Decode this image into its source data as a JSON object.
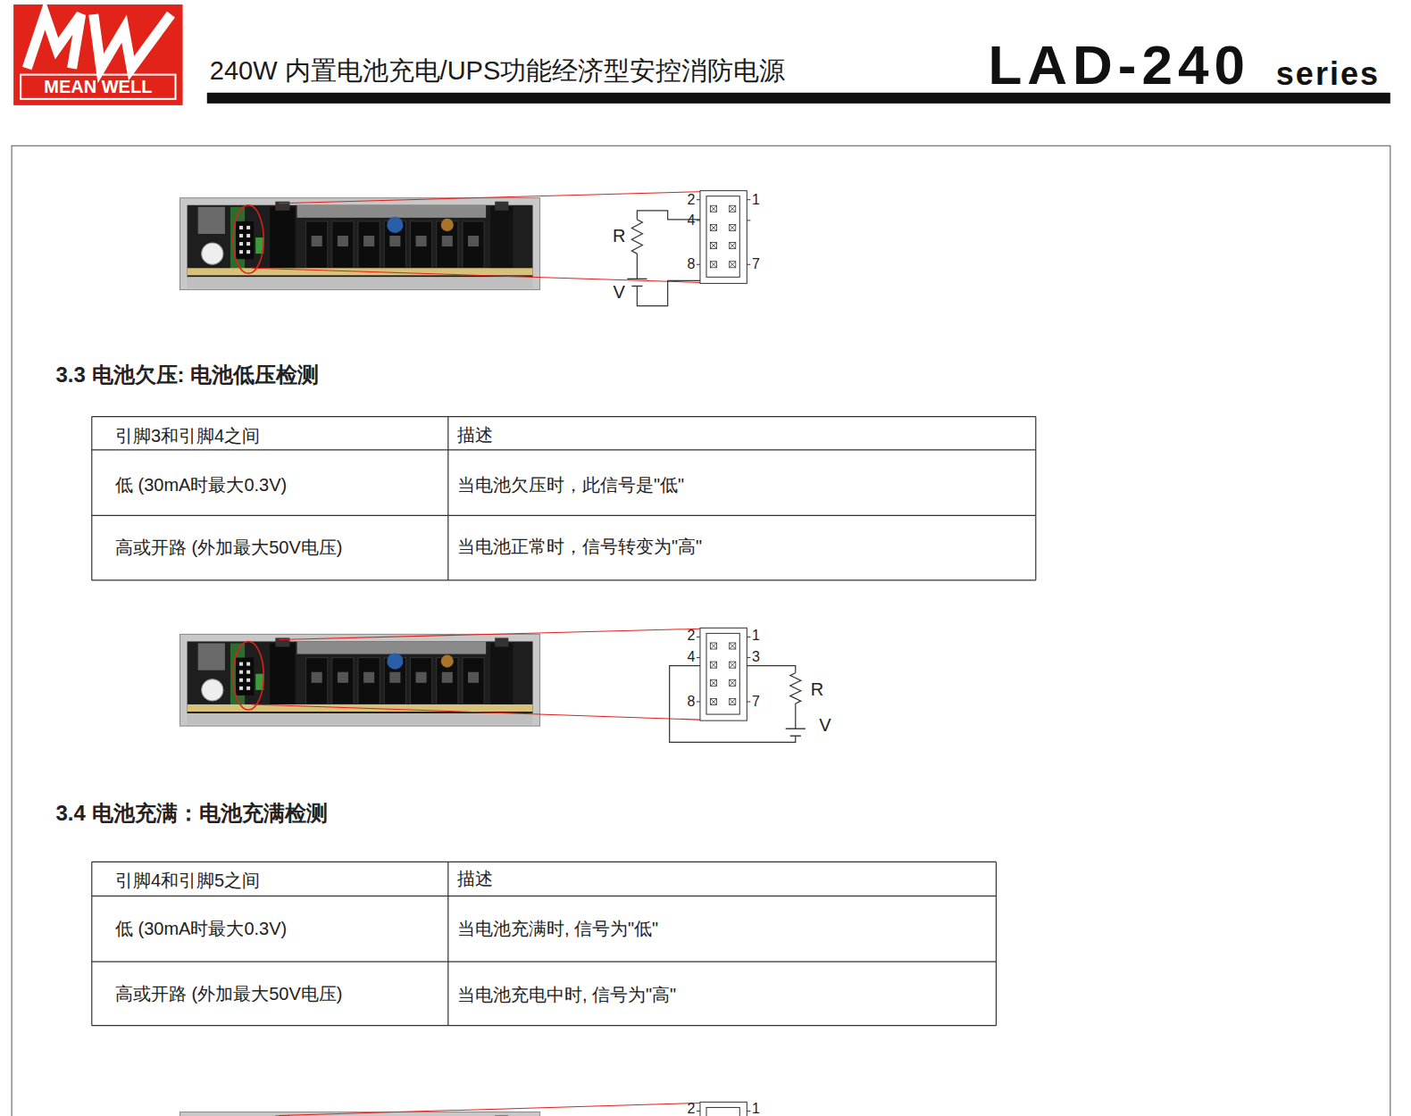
{
  "diagram": {
    "title": "240W 内置电池充电/UPS功能经济型安控消防电源",
    "labels": [
      "MEAN WELL",
      "LAD-240",
      "series",
      "2",
      "1",
      "4",
      "R",
      "8",
      "7",
      "V",
      "3.3 电池欠压: 电池低压检测",
      "引脚3和引脚4之间",
      "描述",
      "低 (30mA时最大0.3V)",
      "当电池欠压时，此信号是\"低\"",
      "高或开路 (外加最大50V电压)",
      "当电池正常时，信号转变为\"高\"",
      "2",
      "1",
      "4",
      "3",
      "8",
      "7",
      "R",
      "V",
      "3.4 电池充满：电池充满检测",
      "引脚4和引脚5之间",
      "描述",
      "低 (30mA时最大0.3V)",
      "当电池充满时, 信号为\"低\"",
      "高或开路 (外加最大50V电压)",
      "当电池充电中时, 信号为\"高\"",
      "2",
      "1"
    ]
  }
}
